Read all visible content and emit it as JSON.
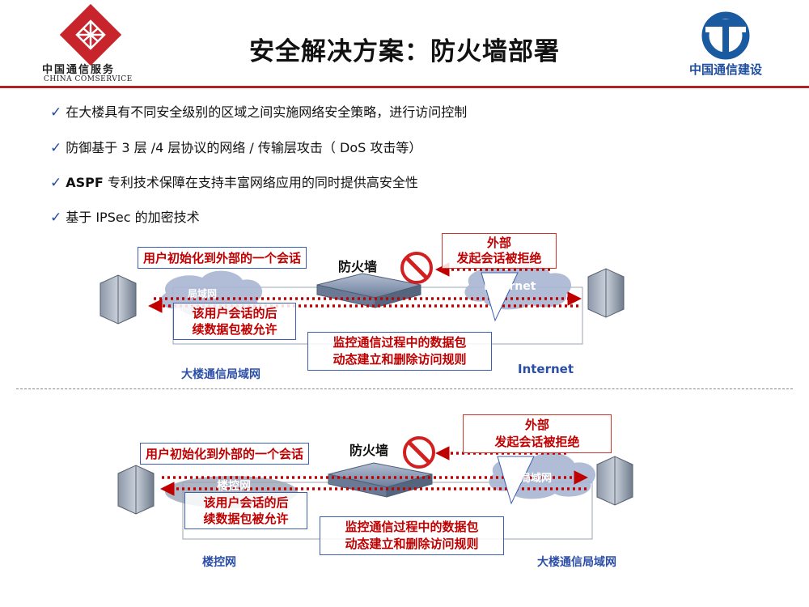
{
  "header": {
    "title": "安全解决方案：防火墙部署",
    "brand_left_cn": "中国通信服务",
    "brand_left_en": "CHINA COMSERVICE",
    "brand_right_cn": "中国通信建设"
  },
  "bullets": [
    {
      "text": "在大楼具有不同安全级别的区域之间实施网络安全策略，进行访问控制"
    },
    {
      "text": "防御基于 3 层 /4 层协议的网络 / 传输层攻击（ DoS 攻击等）"
    },
    {
      "strong": "ASPF",
      "text": " 专利技术保障在支持丰富网络应用的同时提供高安全性"
    },
    {
      "text": "基于 IPSec 的加密技术"
    }
  ],
  "diagram1": {
    "user_init": "用户初始化到外部的一个会话",
    "firewall": "防火墙",
    "external_line1": "外部",
    "external_line2": "发起会话被拒绝",
    "lan_cloud": "局域网",
    "internet_cloud": "Internet",
    "allowed_line1": "该用户会话的后",
    "allowed_line2": "续数据包被允许",
    "monitor_line1": "监控通信过程中的数据包",
    "monitor_line2": "动态建立和删除访问规则",
    "left_net": "大楼通信局域网",
    "right_net": "Internet"
  },
  "diagram2": {
    "user_init": "用户初始化到外部的一个会话",
    "firewall": "防火墙",
    "external_line1": "外部",
    "external_line2": "发起会话被拒绝",
    "left_cloud": "楼控网",
    "right_cloud": "局域网",
    "allowed_line1": "该用户会话的后",
    "allowed_line2": "续数据包被允许",
    "monitor_line1": "监控通信过程中的数据包",
    "monitor_line2": "动态建立和删除访问规则",
    "left_net": "楼控网",
    "right_net": "大楼通信局域网"
  },
  "colors": {
    "accent_red": "#c00000",
    "accent_blue": "#2a4ea8",
    "header_rule": "#b22222",
    "brand_teal": "#1f4e9e"
  }
}
